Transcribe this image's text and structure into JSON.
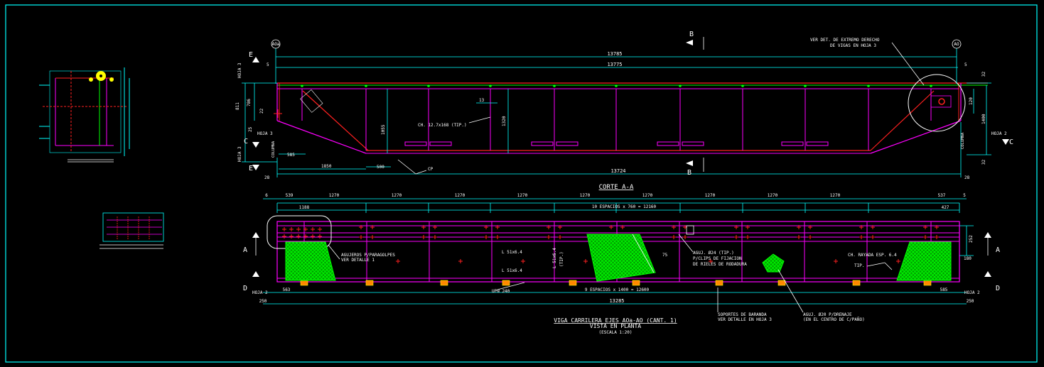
{
  "colors": {
    "background": "#000000",
    "frame": "#00ffff",
    "dimension": "#00ffff",
    "text": "#ffffff",
    "structure": "#ff00ff",
    "red_line": "#ff2020",
    "green": "#00ff00",
    "hatch": "#00ff00",
    "orange": "#ff8800"
  },
  "section": {
    "axis_left": "AOa",
    "axis_right": "AO",
    "cut_label_b": "B",
    "cut_label_e": "E",
    "cut_label_c": "C",
    "dim_overall": "13785",
    "dim_inner": "13775",
    "dim_bottom": "13724",
    "dim_5_left": "5",
    "dim_5_right": "5",
    "dim_28_left": "28",
    "dim_28_right": "28",
    "dim_811": "811",
    "dim_786": "786",
    "dim_22": "22",
    "dim_25": "25",
    "dim_585": "585",
    "dim_1850": "1850",
    "dim_500": "500",
    "dim_1055": "1055",
    "dim_1320": "1320",
    "dim_13": "13",
    "dim_32_top": "32",
    "dim_32_bottom": "32",
    "dim_120": "120",
    "dim_1400": "1400",
    "hoja3_top": "HOJA 3",
    "hoja3_bottom": "HOJA 3",
    "hoja_left": "HOJA 3",
    "hoja2": "HOJA 2",
    "columna_left": "COLUMNA",
    "columna_right": "COLUMNA",
    "note_ch": "CH. 12.7x168 (TIP.)",
    "note_ver_det_1": "VER DET. DE EXTREMO DERECHO",
    "note_ver_det_2": "DE VIGAS EN HOJA 3",
    "weld_cp": "CP",
    "title": "CORTE A-A"
  },
  "plan": {
    "dims_top": [
      "6",
      "539",
      "1270",
      "1270",
      "1270",
      "1270",
      "1270",
      "1270",
      "1270",
      "1270",
      "1270",
      "537",
      "5"
    ],
    "dim_1188": "1188",
    "dim_427": "427",
    "spaces_top": "10 ESPACIOS x 760 = 12160",
    "spaces_bottom": "9 ESPACIOS x 1400 = 12600",
    "dim_563": "563",
    "dim_585": "585",
    "dim_250_left": "250",
    "dim_250_right": "250",
    "dim_13285": "13285",
    "dim_252": "252",
    "dim_180": "180",
    "dim_75": "75",
    "cut_a": "A",
    "cut_d": "D",
    "hoja2_left": "HOJA 2",
    "hoja2_right": "HOJA 2",
    "note_agujeros_1": "AGUJEROS P/PARAGOLPES",
    "note_agujeros_2": "VER DETALLE 1",
    "note_l1": "L 51x6.4",
    "note_l2": "L 51x6.4",
    "note_l3": "L 51x6.4",
    "note_tip": "(TIP.)",
    "note_upn": "UPN 240",
    "note_aguj24_1": "AGUJ. Ø24 (TIP.)",
    "note_aguj24_2": "P/CLIPS DE FIJACION",
    "note_aguj24_3": "DE RIELES DE RODADURA",
    "note_chapa": "CH. RAYADA ESP. 6.4",
    "note_tip2": "TIP.",
    "note_soportes_1": "SOPORTES DE BARANDA",
    "note_soportes_2": "VER DETALLE EN HOJA 3",
    "note_aguj20_1": "AGUJ. Ø20 P/DRENAJE",
    "note_aguj20_2": "(EN EL CENTRO DE C/PAÑO)",
    "title_1": "VIGA CARRILERA EJES AOa-AO (CANT. 1)",
    "title_2": "VISTA EN PLANTA",
    "title_3": "(ESCALA 1:20)"
  }
}
